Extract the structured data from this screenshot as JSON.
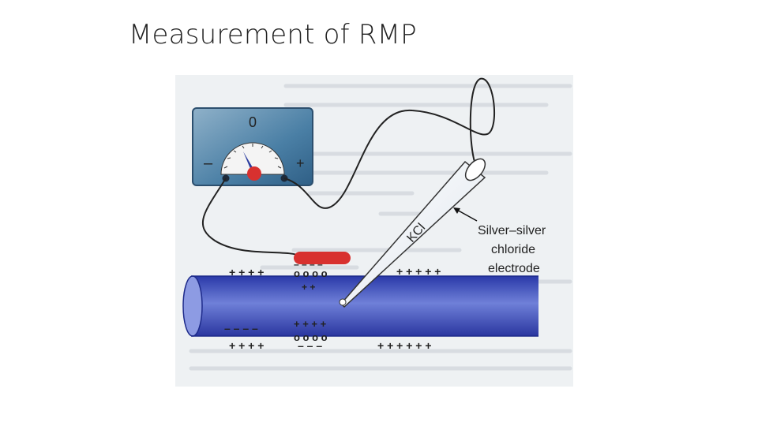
{
  "slide": {
    "title": "Measurement of RMP"
  },
  "figure": {
    "meter": {
      "zero_label": "0",
      "minus_label": "–",
      "plus_label": "+"
    },
    "electrode": {
      "kcl_label": "KCl",
      "description_lines": [
        "Silver–silver",
        "chloride",
        "electrode"
      ]
    },
    "axon": {
      "outer_top_left": "+ + + +",
      "outer_top_right": "+ + + + +",
      "membrane_top": "o o o o",
      "inner_under_probe": "– – – –",
      "inner_top_small": "+ +",
      "inner_bottom_left": "– – – –",
      "inner_bottom_mid": "+ + + +",
      "membrane_bottom": "o o o o",
      "outer_bottom_left": "+ + + +",
      "outer_bottom_mid": "– – –",
      "outer_bottom_right": "+ + + + + +"
    },
    "colors": {
      "meter_face": "#4a7fa5",
      "axon": "#3f50c6",
      "contact": "#d8312f",
      "needle": "#2c3ea0",
      "background": "#eef1f3"
    }
  }
}
